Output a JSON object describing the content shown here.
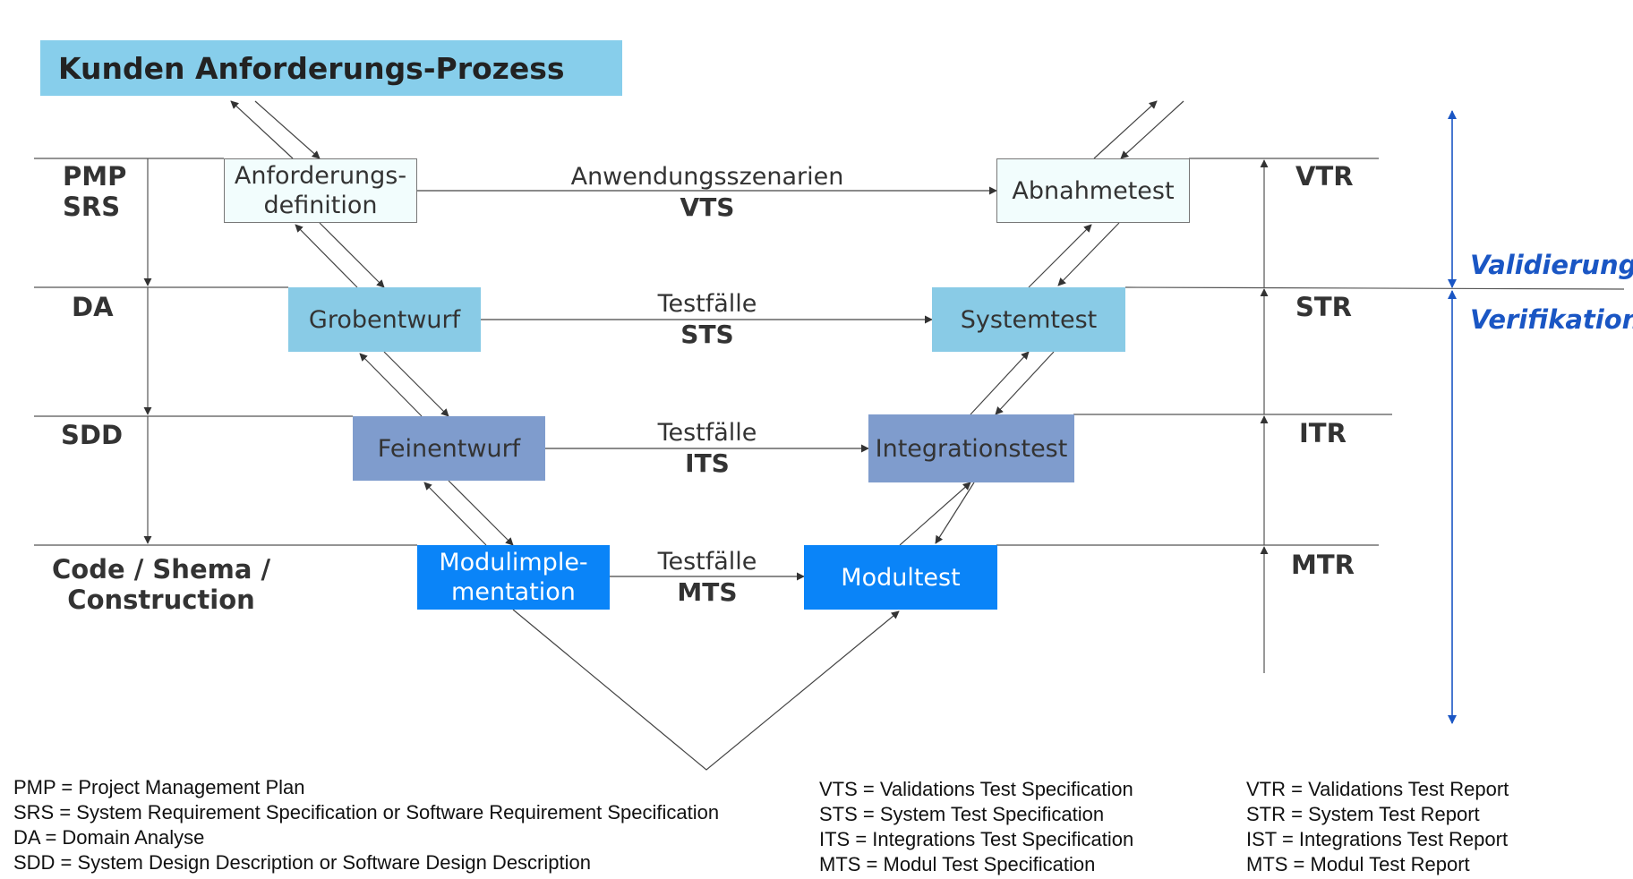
{
  "colors": {
    "title_bg": "#87ceeb",
    "level1_bg": "#f2fdfd",
    "level2_bg": "#89cbe6",
    "level3_bg": "#7f9ccd",
    "level4_bg": "#0a84f8",
    "line": "#333333",
    "blue_accent": "#1a56c4"
  },
  "title": "Kunden Anforderungs-Prozess",
  "left_phases": {
    "anforderungsdefinition": [
      "Anforderungs-",
      "definition"
    ],
    "grobentwurf": "Grobentwurf",
    "feinentwurf": "Feinentwurf",
    "modulimplementation": [
      "Modulimple-",
      "mentation"
    ]
  },
  "right_phases": {
    "abnahmetest": "Abnahmetest",
    "systemtest": "Systemtest",
    "integrationstest": "Integrationstest",
    "modultest": "Modultest"
  },
  "connections": [
    {
      "label": "Anwendungsszenarien",
      "code": "VTS"
    },
    {
      "label": "Testfälle",
      "code": "STS"
    },
    {
      "label": "Testfälle",
      "code": "ITS"
    },
    {
      "label": "Testfälle",
      "code": "MTS"
    }
  ],
  "left_docs": {
    "level1": [
      "PMP",
      "SRS"
    ],
    "level2": "DA",
    "level3": "SDD",
    "level4": [
      "Code / Shema /",
      "Construction"
    ]
  },
  "right_docs": [
    "VTR",
    "STR",
    "ITR",
    "MTR"
  ],
  "side_labels": {
    "validation": "Validierung",
    "verification": "Verifikation"
  },
  "legend": {
    "col1": [
      "PMP = Project Management Plan",
      "SRS = System Requirement Specification or Software Requirement Specification",
      "DA = Domain Analyse",
      "SDD = System Design Description or Software Design Description"
    ],
    "col2": [
      "VTS = Validations Test Specification",
      "STS = System Test Specification",
      "ITS = Integrations Test Specification",
      "MTS = Modul Test Specification"
    ],
    "col3": [
      "VTR = Validations Test Report",
      "STR = System Test Report",
      "IST = Integrations Test Report",
      "MTS = Modul Test Report"
    ]
  }
}
